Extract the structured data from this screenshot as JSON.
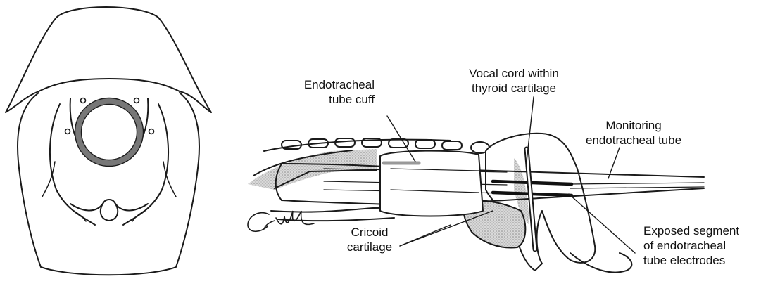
{
  "labels": {
    "cuff": [
      "Endotracheal",
      "tube cuff"
    ],
    "vocal": [
      "Vocal cord within",
      "thyroid cartilage"
    ],
    "monitoring": [
      "Monitoring",
      "endotracheal tube"
    ],
    "cricoid": [
      "Cricoid",
      "cartilage"
    ],
    "exposed": [
      "Exposed segment",
      "of endotracheal",
      "tube electrodes"
    ]
  },
  "signature": "Gill",
  "colors": {
    "line": "#1a1a1a",
    "ring": "#777777",
    "cartilage_fill": "#c4c4c4",
    "stipple": "#9a9a9a"
  }
}
